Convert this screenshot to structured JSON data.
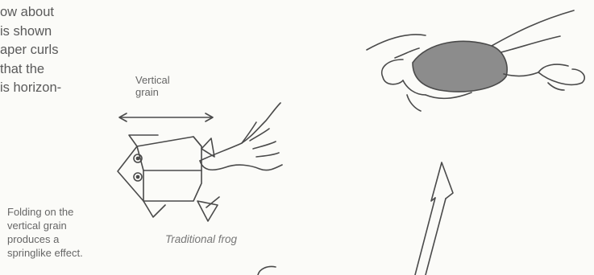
{
  "body_text": [
    "ow about",
    "is shown",
    "aper curls",
    " that the",
    "is horizon-"
  ],
  "diagram": {
    "grain_label": [
      "Vertical",
      "grain"
    ],
    "left_caption": [
      "Folding on the",
      "vertical grain",
      "produces a",
      "springlike effect."
    ],
    "frog_caption": "Traditional frog"
  },
  "colors": {
    "paper_fill": "#8c8c8c",
    "line": "#4a4a4a",
    "text": "#5a5a5a"
  }
}
